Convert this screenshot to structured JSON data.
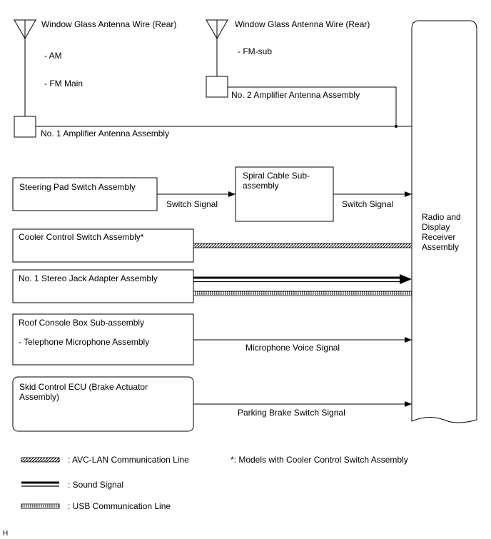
{
  "antennas": [
    {
      "label": "Window Glass Antenna Wire (Rear)",
      "bands": [
        "- AM",
        "- FM Main"
      ]
    },
    {
      "label": "Window Glass Antenna Wire (Rear)",
      "bands": [
        "- FM-sub"
      ]
    }
  ],
  "amplifiers": {
    "no1": "No. 1 Amplifier Antenna Assembly",
    "no2": "No. 2 Amplifier Antenna Assembly"
  },
  "receiver": {
    "lines": [
      "Radio and",
      "Display",
      "Receiver",
      "Assembly"
    ]
  },
  "components": {
    "steering": "Steering Pad Switch Assembly",
    "spiral": [
      "Spiral Cable Sub-",
      "assembly"
    ],
    "cooler": "Cooler Control Switch Assembly*",
    "jack": "No. 1 Stereo Jack Adapter Assembly",
    "roof": "Roof Console Box Sub-assembly",
    "roof_sub": "- Telephone Microphone Assembly",
    "skid": [
      "Skid Control ECU (Brake Actuator",
      "Assembly)"
    ]
  },
  "signals": {
    "switch_signal_1": "Switch Signal",
    "switch_signal_2": "Switch Signal",
    "microphone": "Microphone Voice Signal",
    "parking": "Parking Brake Switch Signal"
  },
  "legend": {
    "avc": ": AVC-LAN Communication Line",
    "sound": ": Sound Signal",
    "usb": ": USB Communication Line",
    "note": "*: Models with Cooler Control Switch Assembly"
  },
  "corner_mark": "H"
}
